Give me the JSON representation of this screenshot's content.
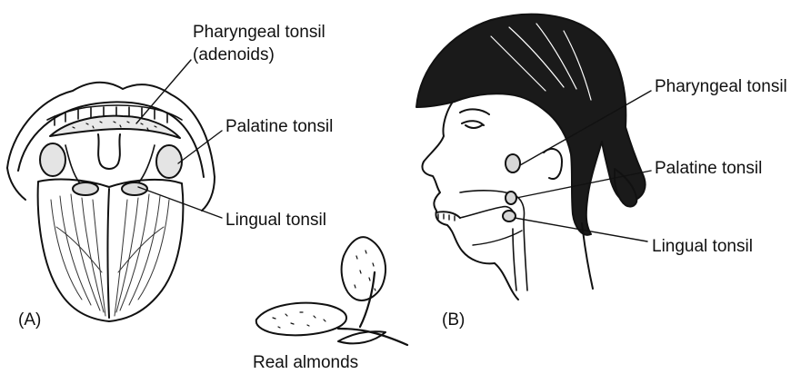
{
  "panel_a": {
    "tag": "(A)",
    "pharyngeal_line1": "Pharyngeal tonsil",
    "pharyngeal_line2": "(adenoids)",
    "palatine": "Palatine tonsil",
    "lingual": "Lingual tonsil"
  },
  "panel_b": {
    "tag": "(B)",
    "pharyngeal": "Pharyngeal tonsil",
    "palatine": "Palatine tonsil",
    "lingual": "Lingual tonsil"
  },
  "almonds": {
    "caption": "Real almonds"
  },
  "colors": {
    "ink": "#111111",
    "background": "#ffffff"
  }
}
